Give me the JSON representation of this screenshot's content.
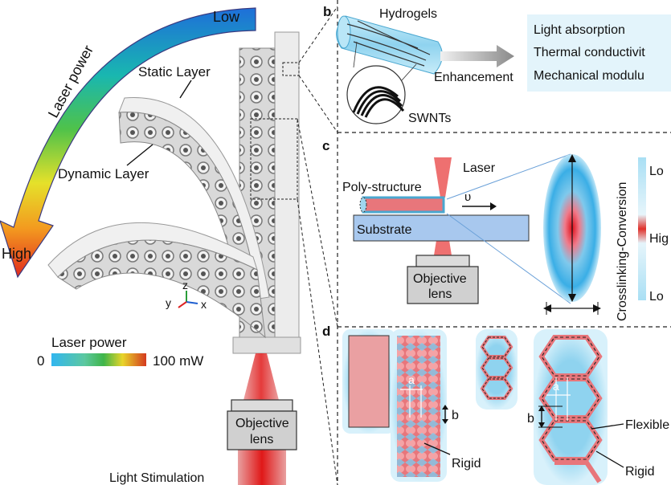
{
  "panel_a": {
    "arrow_low": "Low",
    "arrow_title": "Laser power",
    "arrow_high": "High",
    "static_layer": "Static  Layer",
    "dynamic_layer": "Dynamic  Layer",
    "axis_z": "z",
    "axis_y": "y",
    "axis_x": "x",
    "colorbar_title": "Laser power",
    "colorbar_min": "0",
    "colorbar_max": "100 mW",
    "objective_line1": "Objective",
    "objective_line2": "lens",
    "light_stimulation": "Light Stimulation"
  },
  "panel_b": {
    "letter": "b",
    "hydrogels": "Hydrogels",
    "enhancement": "Enhancement",
    "swnts": "SWNTs",
    "properties": [
      "Light absorption",
      "Thermal conductivit",
      "Mechanical modulu"
    ]
  },
  "panel_c": {
    "letter": "c",
    "laser": "Laser",
    "poly_structure": "Poly-structure",
    "velocity": "υ",
    "substrate": "Substrate",
    "objective_line1": "Objective",
    "objective_line2": "lens",
    "vertical_title": "Crosslinking-Conversion",
    "scale_low_top": "Lo",
    "scale_high": "Hig",
    "scale_low_bottom": "Lo"
  },
  "panel_d": {
    "letter": "d",
    "label_a1": "a",
    "label_b1": "b",
    "rigid1": "Rigid",
    "label_a2": "a",
    "label_b2": "b",
    "flexible": "Flexible",
    "rigid2": "Rigid"
  },
  "colors": {
    "static_gray": "#e9e9e9",
    "hydrogel_blue": "#9fd6ef",
    "laser_red": "#e8666b",
    "highlight_box": "#e3f4fb"
  }
}
